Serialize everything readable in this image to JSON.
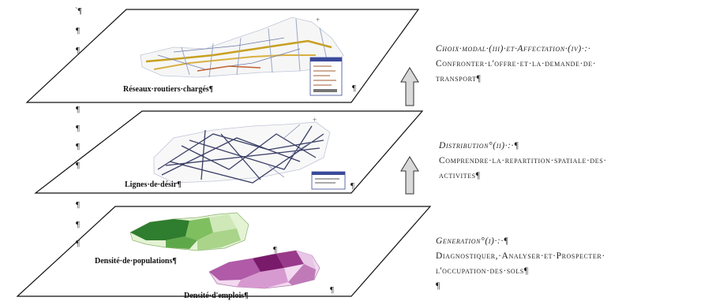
{
  "pilcrows": [
    "`¶",
    "¶",
    "¶",
    "¶",
    "¶",
    "¶",
    "¶",
    "¶",
    "¶",
    "¶",
    "¶",
    "¶",
    "¶",
    "¶"
  ],
  "layers": [
    {
      "label": "Réseaux·routiers·chargés¶"
    },
    {
      "label": "Lignes·de·désir¶"
    },
    {
      "label_a": "Densité·de·populations¶",
      "label_b": "Densité·d'emplois¶"
    }
  ],
  "steps": [
    {
      "title": "Choix·modal·(iii)·et·Affectation·(iv)·:·",
      "line1": "Confronter·l'offre·et·la·demande·de·",
      "line2": "transport¶"
    },
    {
      "title": "Distribution°(ii)·:·¶",
      "line1": "Comprendre·la·repartition·spatiale·des·",
      "line2": "activites¶"
    },
    {
      "title": "Generation°(i)·:·¶",
      "line1": "Diagnostiquer,·Analyser·et·Prospecter·",
      "line2": "l'occupation·des·sols¶",
      "line3": "¶"
    }
  ],
  "colors": {
    "plane_fill": "#ffffff",
    "plane_stroke": "#111111",
    "arrow_fill": "#d9d9d9",
    "arrow_stroke": "#333333",
    "road_main": "#c8a020",
    "road_light": "#9aa6c4",
    "desire_line": "#3a3f66",
    "green_dark": "#2f7d2f",
    "green_mid": "#7fbf5f",
    "green_light": "#cfe8b8",
    "purple_dark": "#7a1a6a",
    "purple_mid": "#b05aa8",
    "purple_light": "#e8c6e6"
  }
}
